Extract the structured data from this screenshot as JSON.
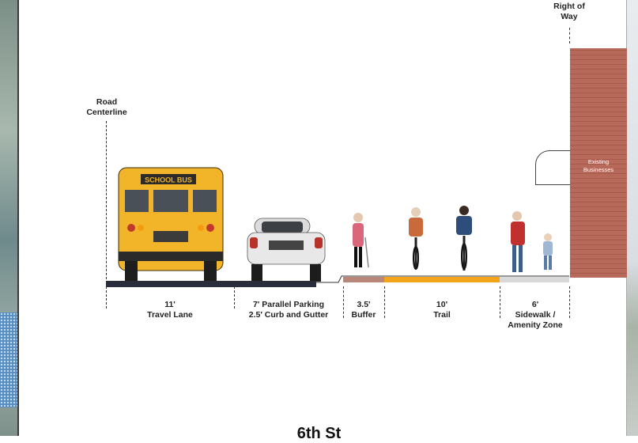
{
  "diagram": {
    "title": "6th St",
    "markers": {
      "road_centerline": "Road\nCenterline",
      "right_of_way": "Right of\nWay"
    },
    "building_label": "Existing\nBusinesses",
    "bus_sign": "SCHOOL BUS",
    "segments": [
      {
        "name": "travel-lane",
        "label": "11'\nTravel Lane"
      },
      {
        "name": "parking",
        "label": "7' Parallel Parking\n2.5' Curb and Gutter"
      },
      {
        "name": "buffer",
        "label": "3.5'\nBuffer"
      },
      {
        "name": "trail",
        "label": "10'\nTrail"
      },
      {
        "name": "sidewalk",
        "label": "6'\nSidewalk /\nAmenity Zone"
      }
    ],
    "colors": {
      "road": "#2a2e3a",
      "trail": "#f2a51a",
      "buffer": "#b9867a",
      "sidewalk": "#d9d9d9",
      "brick": "#b7695a",
      "bus": "#f2b428"
    }
  }
}
